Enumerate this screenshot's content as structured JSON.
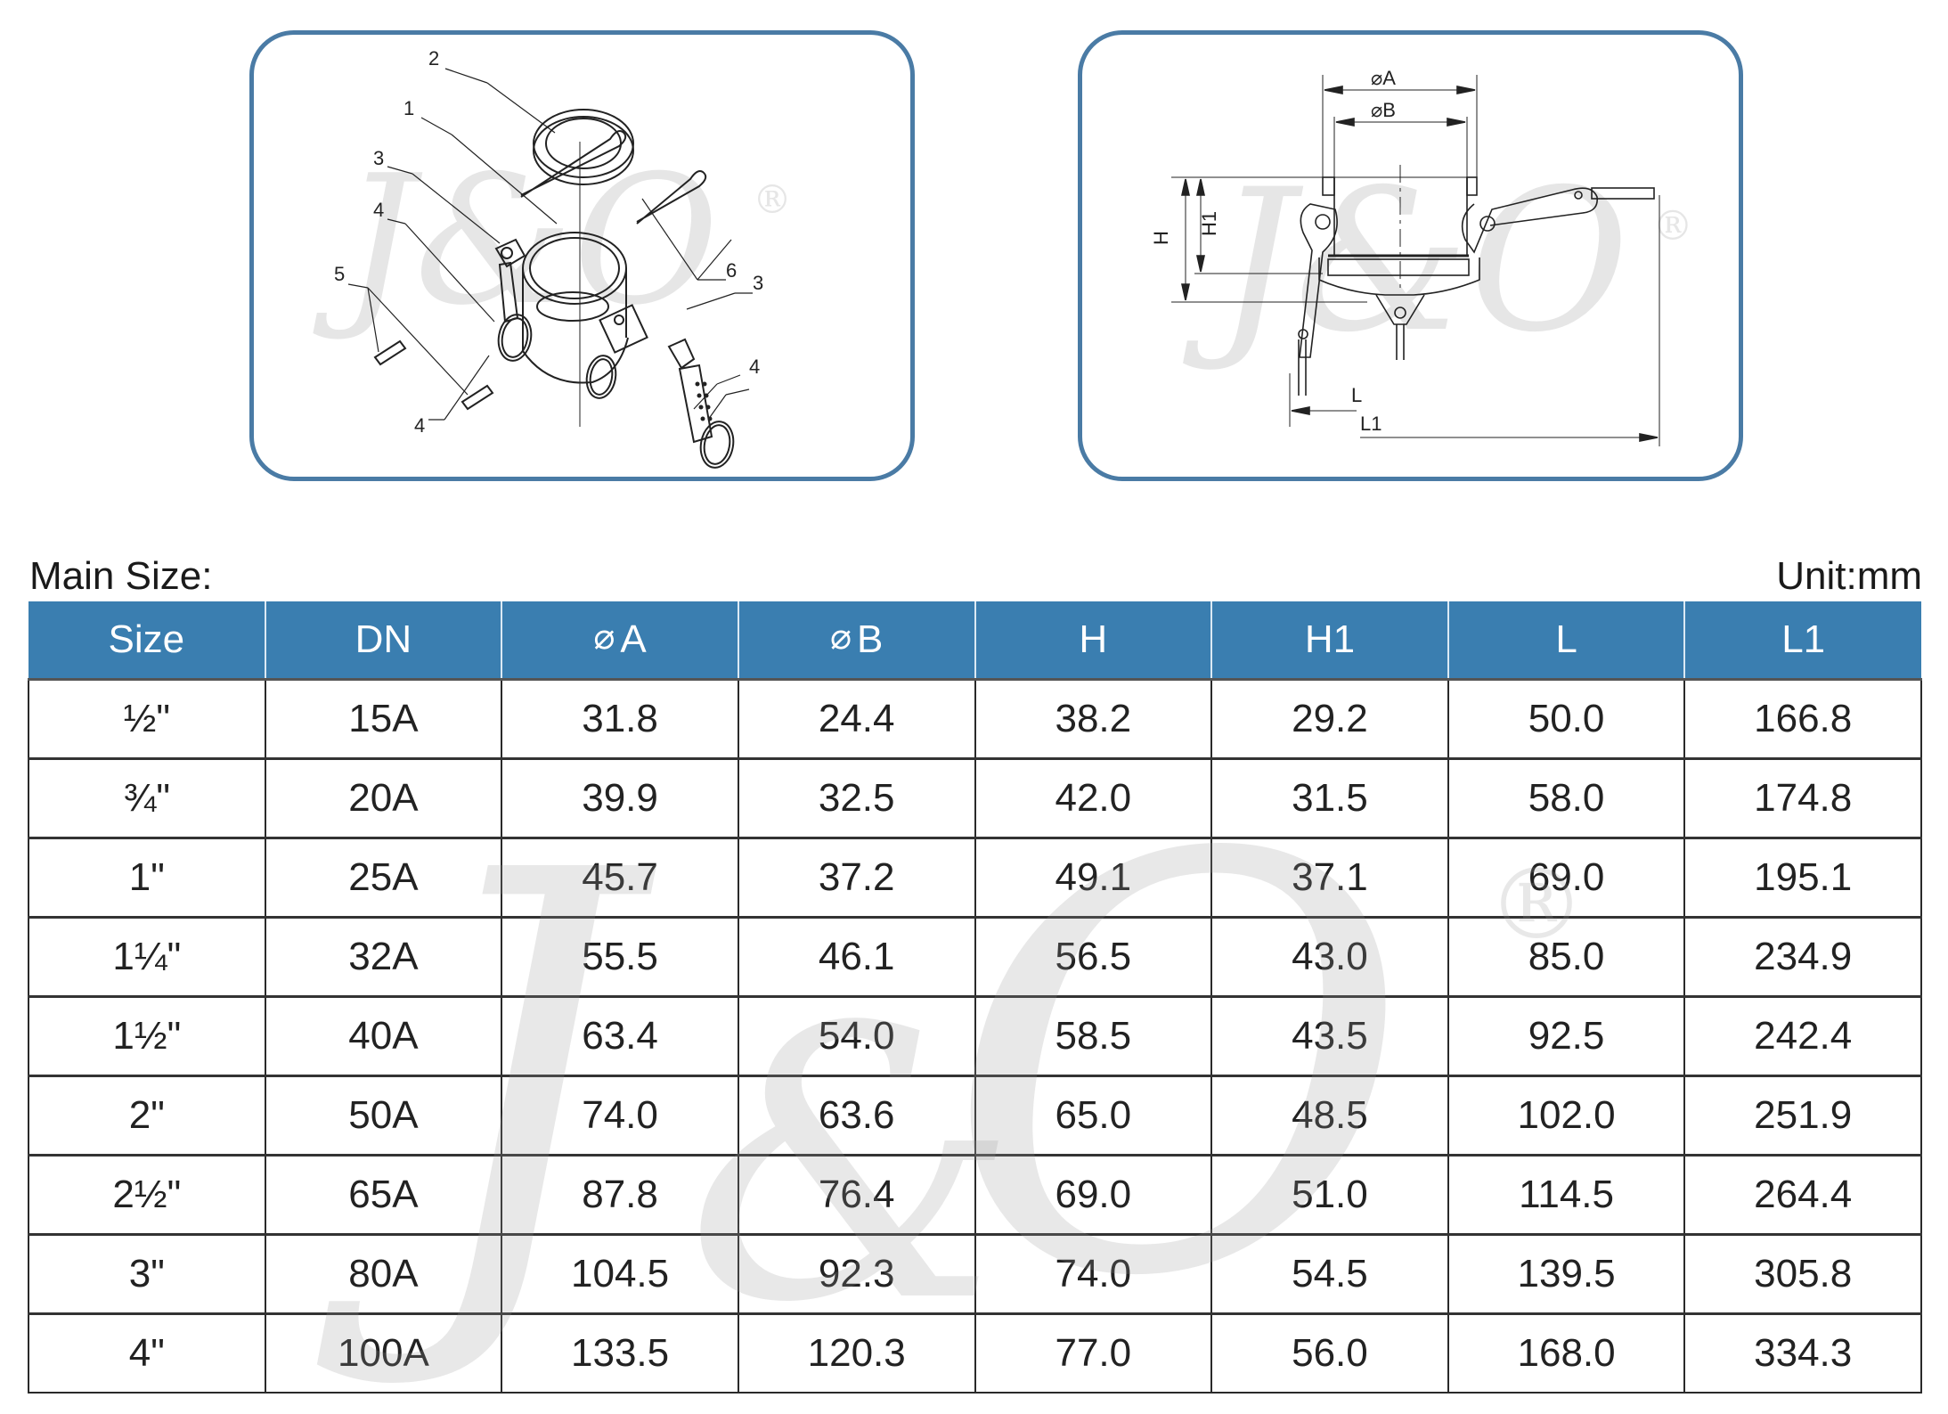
{
  "drawings": {
    "exploded_view": {
      "part_labels": [
        "1",
        "2",
        "3",
        "3",
        "4",
        "4",
        "4",
        "5",
        "6"
      ],
      "watermark": "J&O",
      "registered_mark": "®"
    },
    "section_view": {
      "dimension_labels": {
        "diameter_a": "A",
        "diameter_b": "B",
        "height_h": "H",
        "height_h1": "H1",
        "length_l": "L",
        "length_l1": "L1"
      },
      "phi_symbol": "⌀",
      "watermark": "J&O",
      "registered_mark": "®"
    }
  },
  "section": {
    "title": "Main Size:",
    "unit": "Unit:mm"
  },
  "table": {
    "headers": [
      "Size",
      "DN",
      "A",
      "B",
      "H",
      "H1",
      "L",
      "L1"
    ],
    "phi_symbol": "⌀",
    "rows": [
      [
        "½\"",
        "15A",
        "31.8",
        "24.4",
        "38.2",
        "29.2",
        "50.0",
        "166.8"
      ],
      [
        "¾\"",
        "20A",
        "39.9",
        "32.5",
        "42.0",
        "31.5",
        "58.0",
        "174.8"
      ],
      [
        "1\"",
        "25A",
        "45.7",
        "37.2",
        "49.1",
        "37.1",
        "69.0",
        "195.1"
      ],
      [
        "1¼\"",
        "32A",
        "55.5",
        "46.1",
        "56.5",
        "43.0",
        "85.0",
        "234.9"
      ],
      [
        "1½\"",
        "40A",
        "63.4",
        "54.0",
        "58.5",
        "43.5",
        "92.5",
        "242.4"
      ],
      [
        "2\"",
        "50A",
        "74.0",
        "63.6",
        "65.0",
        "48.5",
        "102.0",
        "251.9"
      ],
      [
        "2½\"",
        "65A",
        "87.8",
        "76.4",
        "69.0",
        "51.0",
        "114.5",
        "264.4"
      ],
      [
        "3\"",
        "80A",
        "104.5",
        "92.3",
        "74.0",
        "54.5",
        "139.5",
        "305.8"
      ],
      [
        "4\"",
        "100A",
        "133.5",
        "120.3",
        "77.0",
        "56.0",
        "168.0",
        "334.3"
      ]
    ]
  },
  "watermark": {
    "text_j": "J",
    "text_amp": "&",
    "text_o": "O",
    "registered": "®"
  },
  "colors": {
    "header_bg": "#3a7eb0",
    "header_text": "#ffffff",
    "panel_border": "#4a7ba5",
    "grid_line": "#2a2a2a"
  }
}
